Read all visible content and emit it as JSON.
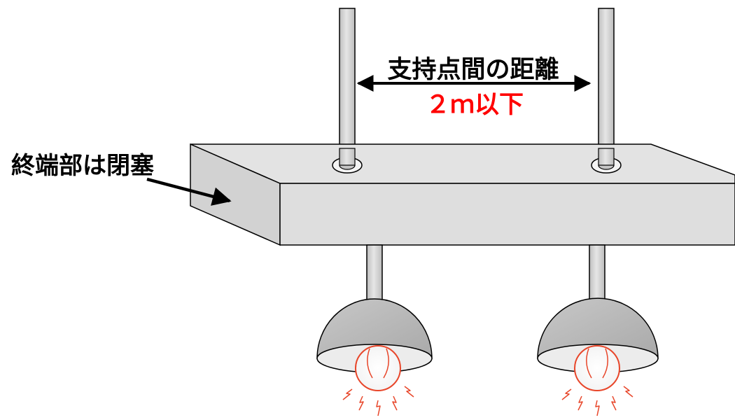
{
  "labels": {
    "support_distance": "支持点間の距離",
    "support_value": "２ｍ以下",
    "end_closed": "終端部は閉塞"
  },
  "colors": {
    "label_black": "#000000",
    "value_red": "#ff0000",
    "duct_fill": "#dcdcdc",
    "pipe_fill": "#cfcfcf",
    "shade_fill": "#bfbfbf",
    "bulb_glow": "#e8462a"
  }
}
